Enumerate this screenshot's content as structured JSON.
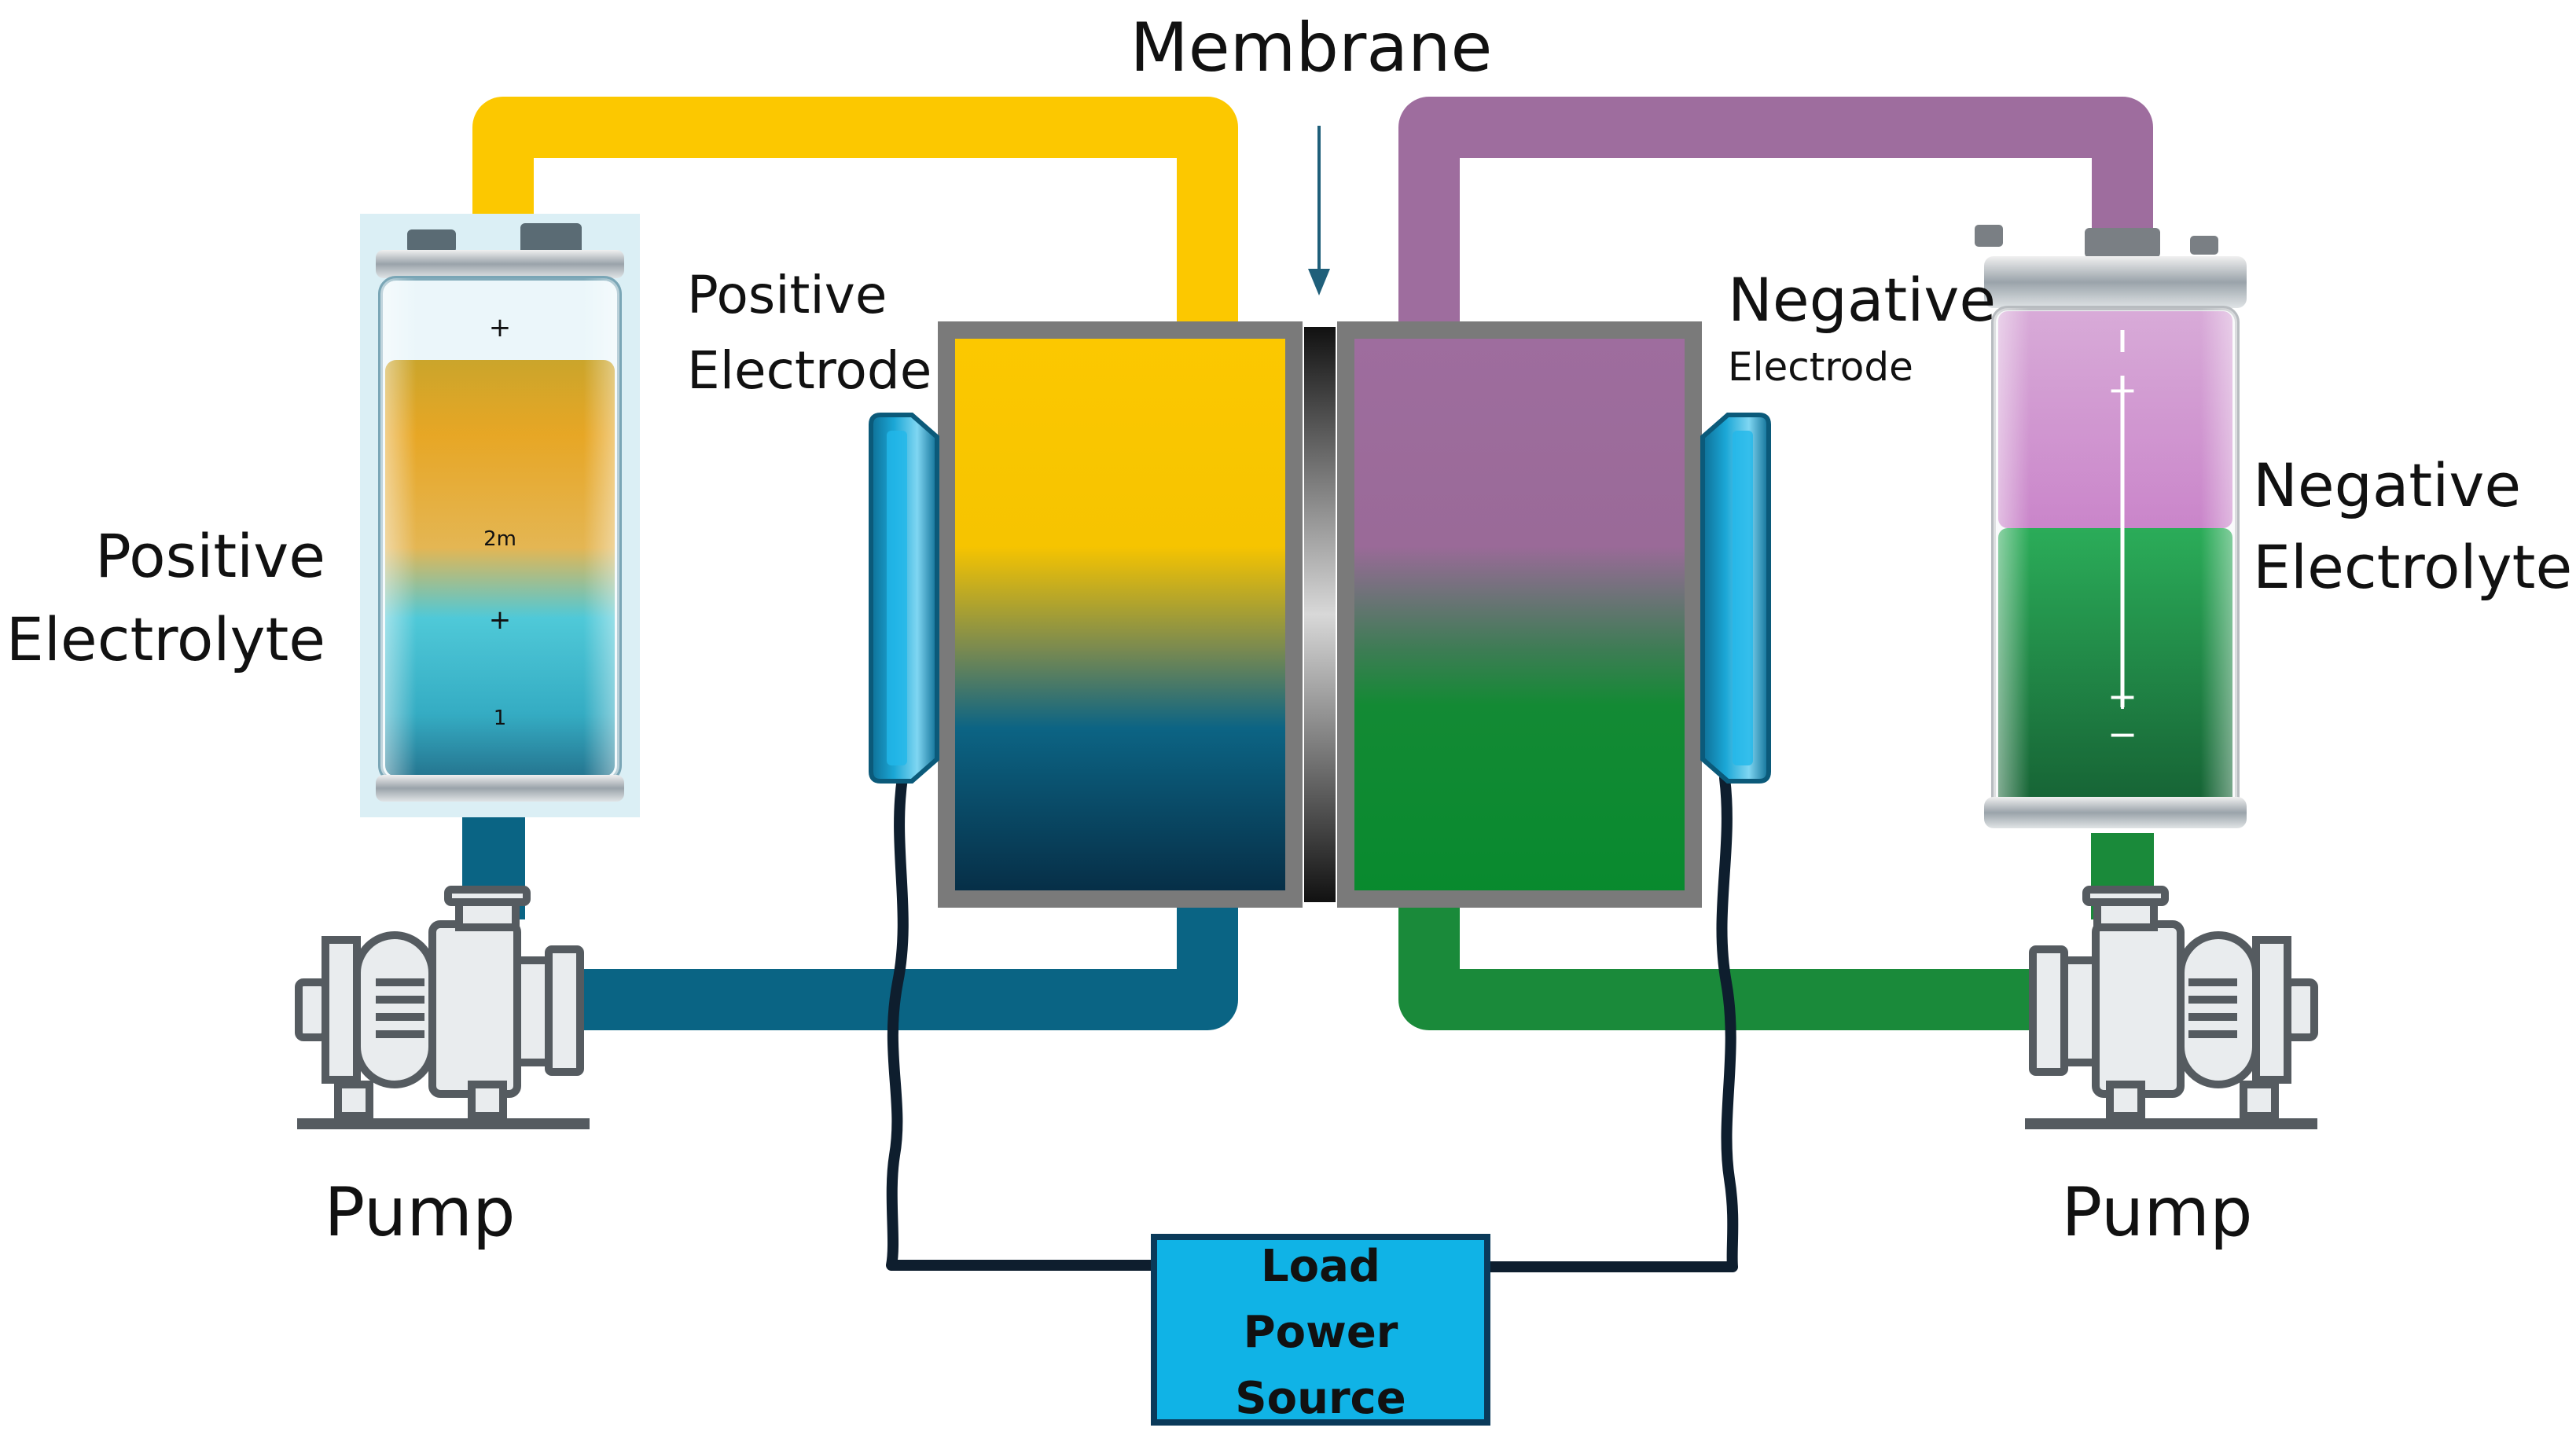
{
  "labels": {
    "membrane": "Membrane",
    "positive_electrode_line1": "Positive",
    "positive_electrode_line2": "Electrode",
    "negative_electrode_line1": "Negative",
    "negative_electrode_line2": "Electrode",
    "positive_electrolyte_line1": "Positive",
    "positive_electrolyte_line2": "Electrolyte",
    "negative_electrolyte_line1": "Negative",
    "negative_electrolyte_line2": "Electrolyte",
    "pump_left": "Pump",
    "pump_right": "Pump",
    "load_line1": "Load",
    "load_line2": "Power",
    "load_line3": "Source"
  },
  "tank_marks": {
    "left_top": "+",
    "left_mid": "2m",
    "left_plus": "+",
    "left_bottom": "1",
    "right_top": "+",
    "right_bottom_plus": "+",
    "right_bottom_minus": "−"
  },
  "colors": {
    "positive_yellow": "#fcc800",
    "positive_blue": "#0a6484",
    "negative_purple": "#9e6d9e",
    "negative_green": "#1a8a3a",
    "load_box": "#10b3e6",
    "electrode_blue": "#1ba7d6",
    "cell_frame": "#7a7a7a",
    "wire": "#0e1e2e",
    "pump_gray": "#555b60"
  }
}
